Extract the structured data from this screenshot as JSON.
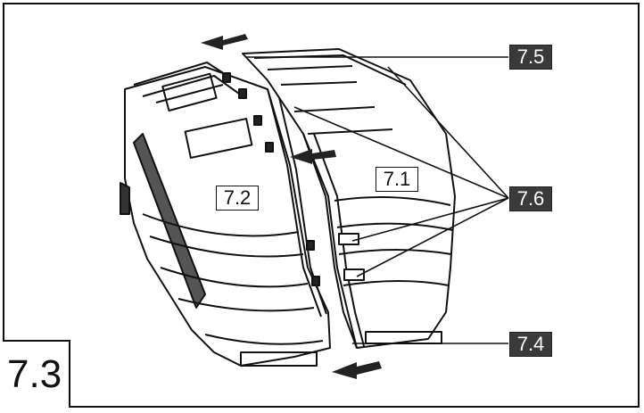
{
  "figure": {
    "number": "7.3",
    "labels": {
      "part_7_1": "7.1",
      "part_7_2": "7.2",
      "part_7_4": "7.4",
      "part_7_5": "7.5",
      "part_7_6": "7.6"
    }
  },
  "colors": {
    "line": "#111111",
    "callout_fill": "#3a3a3a",
    "callout_text": "#ffffff",
    "arrow": "#222222"
  }
}
